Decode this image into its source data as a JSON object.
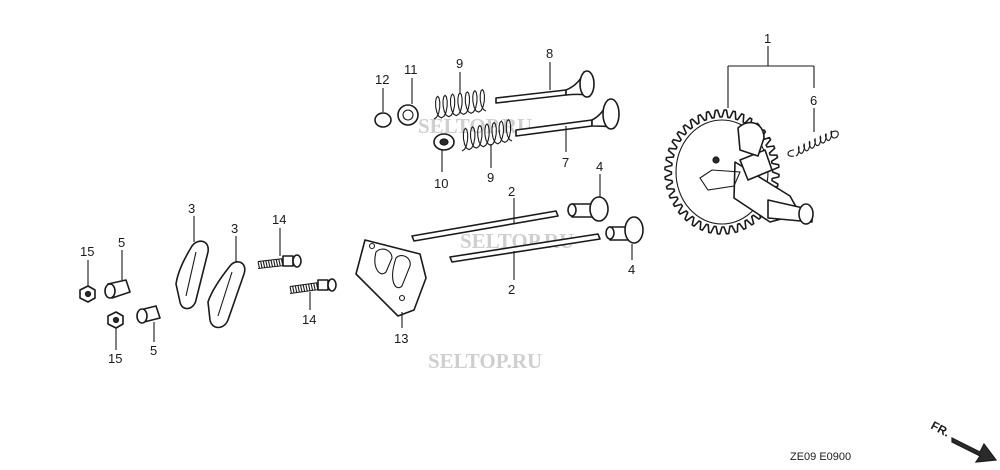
{
  "diagram": {
    "watermark": "SELTOP.RU",
    "drawing_code": "ZE09 E0900",
    "direction_label": "FR.",
    "callouts": [
      "1",
      "2",
      "2",
      "3",
      "3",
      "4",
      "4",
      "5",
      "5",
      "6",
      "7",
      "8",
      "9",
      "9",
      "10",
      "11",
      "12",
      "13",
      "14",
      "14",
      "15",
      "15"
    ]
  }
}
